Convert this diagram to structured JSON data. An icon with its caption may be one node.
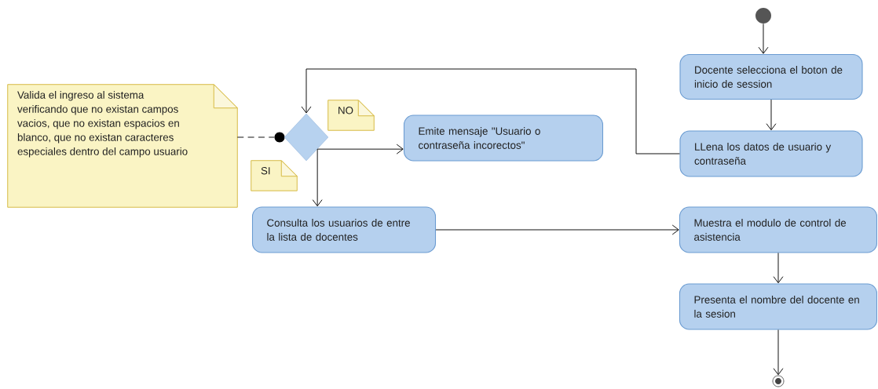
{
  "diagram": {
    "nodes": [
      {
        "text": [],
        "shape": "circle"
      },
      {
        "text": [
          "Docente selecciona el boton de inicio de session"
        ]
      },
      {
        "text": [
          "LLena los datos  de usuario y contraseña"
        ]
      },
      {
        "text": [
          "Valida el ingreso al sistema verificando que no existan campos vacios, que no existan espacios en blanco, que no existan caracteres especiales dentro del campo usuario"
        ]
      },
      {
        "text": [],
        "shape": "circle"
      },
      {
        "text": [],
        "shape": "diamond"
      },
      {
        "text": [
          "NO"
        ]
      },
      {
        "text": [
          "SI"
        ]
      },
      {
        "text": [
          "Emite mensaje \"Usuario o contraseña incorectos\""
        ]
      },
      {
        "text": [
          "Consulta los usuarios de entre la lista de docentes"
        ]
      },
      {
        "text": [
          "Muestra el modulo de control de asistencia"
        ]
      },
      {
        "text": [
          "Presenta el nombre del docente en la sesion"
        ]
      },
      {
        "text": [],
        "shape": "circle"
      }
    ],
    "edges": [
      {
        "from": 0,
        "to": 1,
        "arrow": "to"
      },
      {
        "from": 1,
        "to": 2,
        "arrow": "to"
      },
      {
        "from": 2,
        "to": 5,
        "arrow": "to"
      },
      {
        "from": 3,
        "to": 4,
        "arrow": "none",
        "style": "dashed"
      },
      {
        "from": 5,
        "to": 8,
        "arrow": "to"
      },
      {
        "from": 5,
        "to": 9,
        "arrow": "to"
      },
      {
        "from": 9,
        "to": 10,
        "arrow": "to"
      },
      {
        "from": 10,
        "to": 11,
        "arrow": "to"
      },
      {
        "from": 11,
        "to": 12,
        "arrow": "to"
      }
    ]
  }
}
